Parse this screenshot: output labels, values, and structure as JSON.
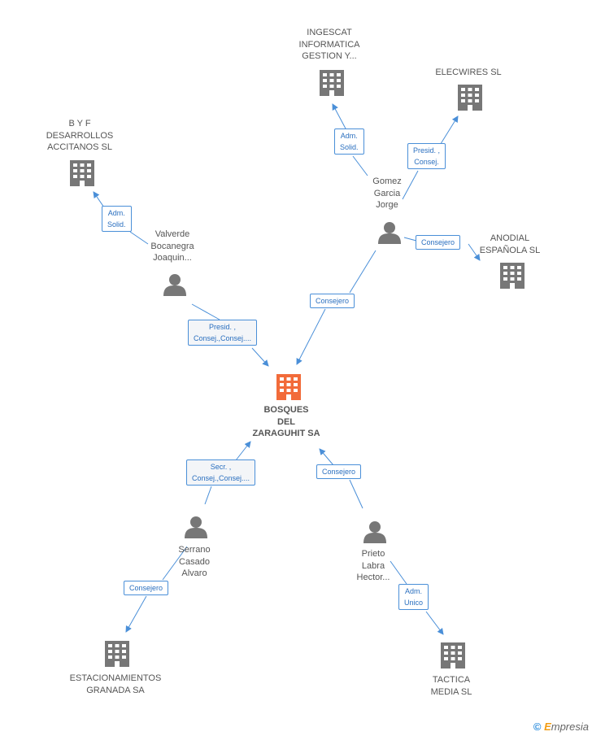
{
  "colors": {
    "edge": "#4a8fd8",
    "node": "#777777",
    "center_node": "#f26b3a"
  },
  "nodes": {
    "center": [
      "BOSQUES",
      "DEL",
      "ZARAGUHIT SA"
    ],
    "ingescat": [
      "INGESCAT",
      "INFORMATICA",
      "GESTION Y..."
    ],
    "elecwires": [
      "ELECWIRES  SL"
    ],
    "byf": [
      "B Y F",
      "DESARROLLOS",
      "ACCITANOS SL"
    ],
    "anodial": [
      "ANODIAL",
      "ESPAÑOLA SL"
    ],
    "estacionamientos": [
      "ESTACIONAMIENTOS",
      "GRANADA SA"
    ],
    "tactica": [
      "TACTICA",
      "MEDIA SL"
    ],
    "gomez": [
      "Gomez",
      "Garcia",
      "Jorge"
    ],
    "valverde": [
      "Valverde",
      "Bocanegra",
      "Joaquin..."
    ],
    "serrano": [
      "Serrano",
      "Casado",
      "Alvaro"
    ],
    "prieto": [
      "Prieto",
      "Labra",
      "Hector..."
    ]
  },
  "edges": {
    "gomez_ingescat": [
      "Adm.",
      "Solid."
    ],
    "gomez_elecwires": [
      "Presid. ,",
      "Consej."
    ],
    "gomez_anodial": [
      "Consejero"
    ],
    "gomez_center": [
      "Consejero"
    ],
    "valverde_byf": [
      "Adm.",
      "Solid."
    ],
    "valverde_center": [
      "Presid. ,",
      "Consej.,Consej...."
    ],
    "serrano_center": [
      "Secr. ,",
      "Consej.,Consej...."
    ],
    "serrano_estacionamientos": [
      "Consejero"
    ],
    "prieto_center": [
      "Consejero"
    ],
    "prieto_tactica": [
      "Adm.",
      "Unico"
    ]
  },
  "brand": {
    "copyright": "©",
    "e": "E",
    "rest": "mpresia"
  }
}
